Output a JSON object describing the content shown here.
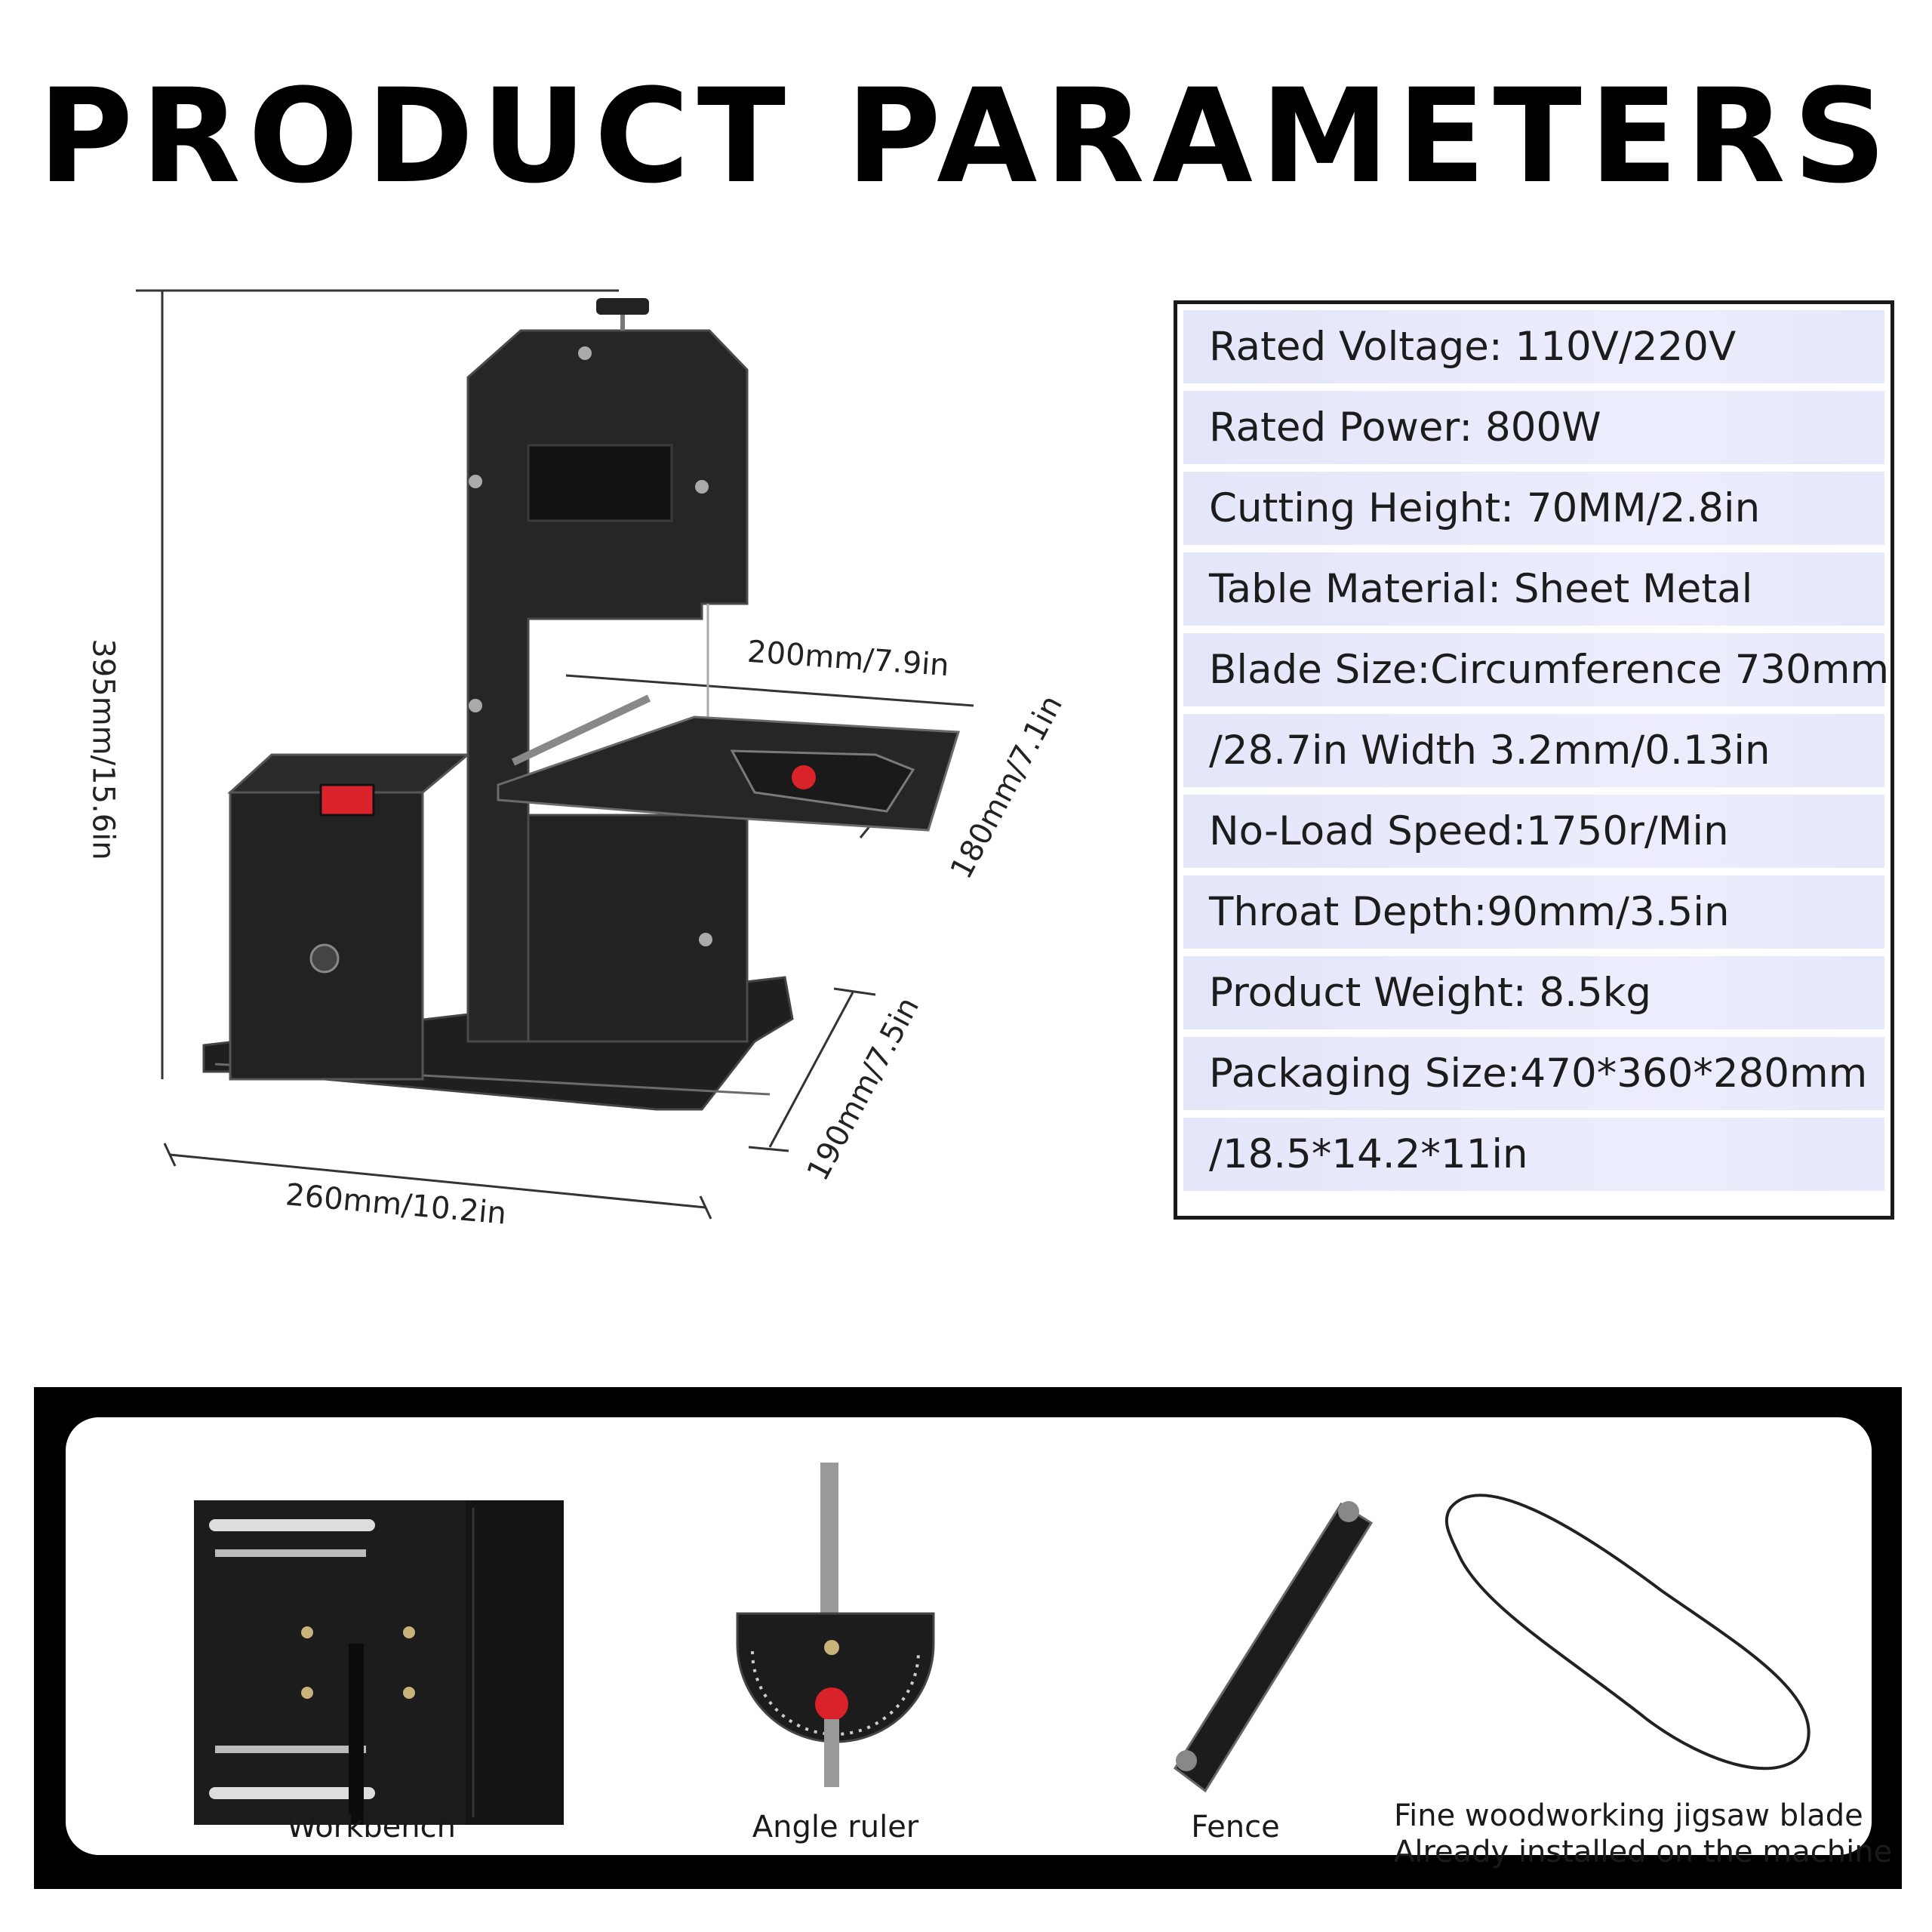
{
  "title": "PRODUCT PARAMETERS",
  "dimensions": {
    "height": "395mm/15.6in",
    "width": "260mm/10.2in",
    "table_width": "200mm/7.9in",
    "table_depth": "180mm/7.1in",
    "base_depth": "190mm/7.5in"
  },
  "specs": [
    "Rated Voltage: 110V/220V",
    "Rated Power: 800W",
    "Cutting Height: 70MM/2.8in",
    "Table Material: Sheet Metal",
    "Blade Size:Circumference 730mm",
    "/28.7in Width 3.2mm/0.13in",
    "No-Load Speed:1750r/Min",
    "Throat Depth:90mm/3.5in",
    "Product Weight: 8.5kg",
    "Packaging Size:470*360*280mm",
    "/18.5*14.2*11in"
  ],
  "accessories": {
    "workbench": "Workbench",
    "angle_ruler": "Angle ruler",
    "fence": "Fence",
    "blade_line1": "Fine woodworking jigsaw blade",
    "blade_line2": "Already installed on the machine"
  },
  "colors": {
    "machine": "#1f1f1f",
    "switch": "#d9222a",
    "row_background": "#e6e8fb"
  }
}
